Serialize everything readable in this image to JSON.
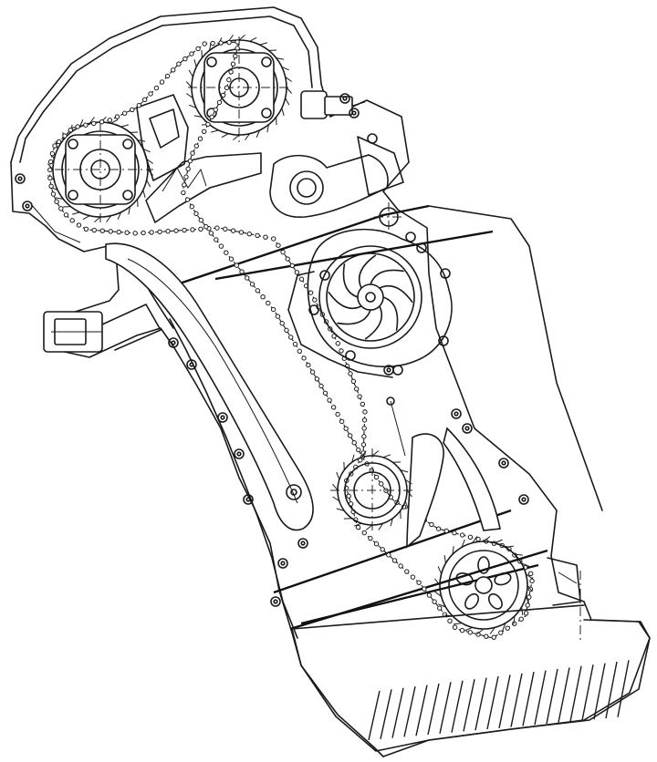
{
  "title": "",
  "colors": {
    "line": "#1a1a1a",
    "background": "#ffffff"
  },
  "diagram": {
    "subject_parts": [
      "intake-camshaft-sprocket",
      "exhaust-camshaft-sprocket",
      "timing-chain",
      "chain-tensioner-rail",
      "chain-guide-rail",
      "chain-tensioner",
      "water-pump-impeller",
      "intermediate-sprocket",
      "crankshaft-sprocket",
      "timing-cover",
      "oil-pan"
    ]
  }
}
